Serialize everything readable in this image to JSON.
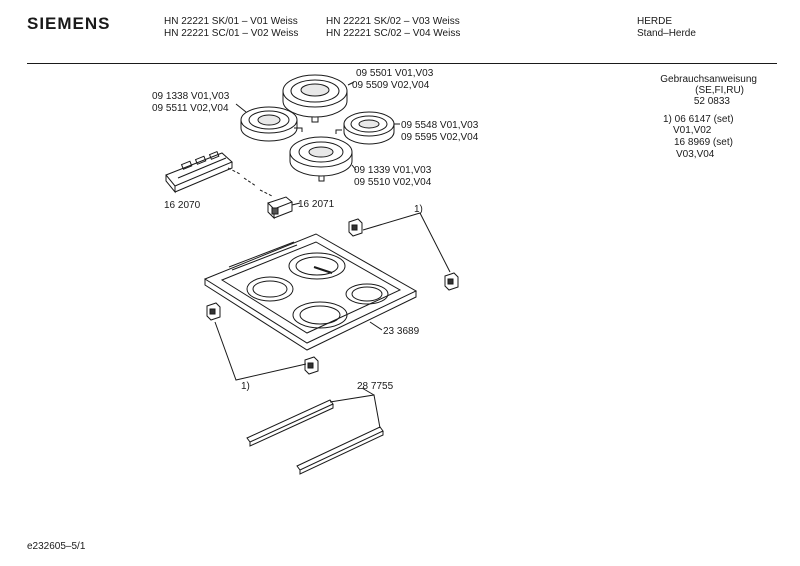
{
  "header": {
    "brand": "SIEMENS",
    "models_left": [
      "HN 22221 SK/01 – V01 Weiss",
      "HN 22221 SC/01 – V02 Weiss"
    ],
    "models_right": [
      "HN 22221 SK/02 – V03 Weiss",
      "HN 22221 SC/02 – V04 Weiss"
    ],
    "category": "HERDE",
    "subcategory": "Stand–Herde"
  },
  "side_panel": {
    "manual_label": "Gebrauchsanweisung",
    "languages": "(SE,FI,RU)",
    "manual_number": "52 0833",
    "set1": "1) 06 6147 (set)",
    "set1_variants": "V01,V02",
    "set2": "16 8969 (set)",
    "set2_variants": "V03,V04"
  },
  "parts": {
    "plate_top": [
      "09 5501 V01,V03",
      "09 5509 V02,V04"
    ],
    "plate_left": [
      "09 1338 V01,V03",
      "09 5511 V02,V04"
    ],
    "plate_right": [
      "09 5548 V01,V03",
      "09 5595 V02,V04"
    ],
    "plate_front": [
      "09 1339 V01,V03",
      "09 5510 V02,V04"
    ],
    "switch_panel": "16 2070",
    "switch": "16 2071",
    "bracket_ref_top": "1)",
    "bracket_ref_bottom": "1)",
    "hob_frame": "23 3689",
    "rails": "28 7755"
  },
  "footer": {
    "doc_id": "e232605–5/1"
  }
}
